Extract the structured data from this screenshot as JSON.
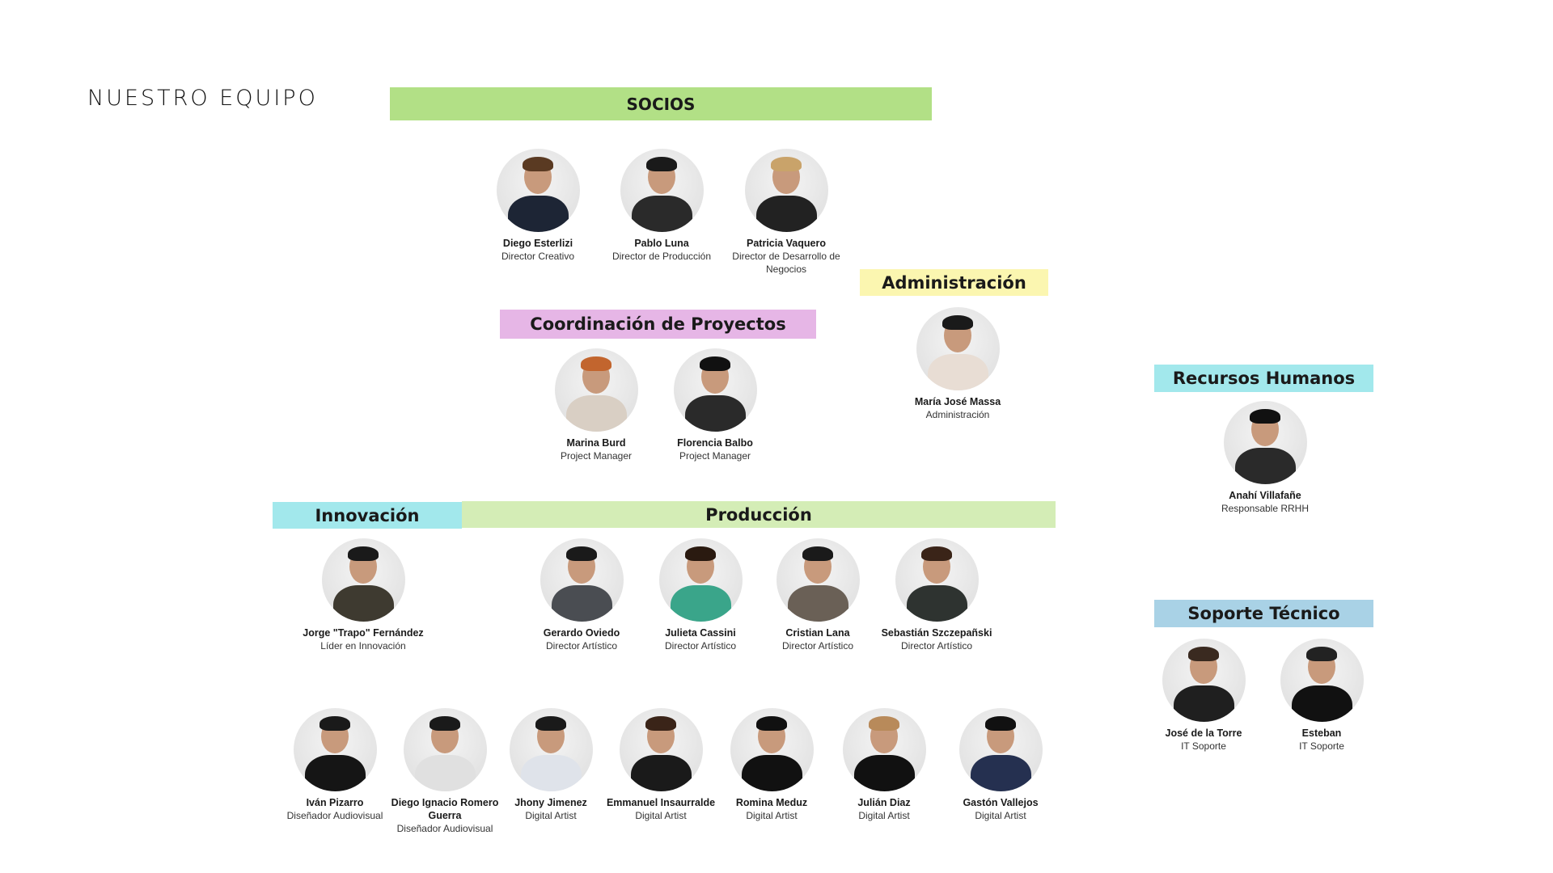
{
  "page_title": "NUESTRO EQUIPO",
  "sections": {
    "socios": {
      "label": "SOCIOS",
      "color": "#b2e086"
    },
    "administracion": {
      "label": "Administración",
      "color": "#fbf6b0"
    },
    "coordinacion": {
      "label": "Coordinación de Proyectos",
      "color": "#e6b6e6"
    },
    "rrhh": {
      "label": "Recursos Humanos",
      "color": "#a2e8ec"
    },
    "soporte": {
      "label": "Soporte Técnico",
      "color": "#a9d2e6"
    },
    "innovacion": {
      "label": "Innovación",
      "color": "#a2e8ec"
    },
    "produccion": {
      "label": "Producción",
      "color": "#d4edb6"
    }
  },
  "people": [
    {
      "name": "Diego Esterlizi",
      "role": "Director Creativo"
    },
    {
      "name": "Pablo  Luna",
      "role": "Director  de Producción"
    },
    {
      "name": "Patricia Vaquero",
      "role": "Director de Desarrollo de Negocios"
    },
    {
      "name": "María José Massa",
      "role": "Administración"
    },
    {
      "name": "Marina Burd",
      "role": "Project Manager"
    },
    {
      "name": "Florencia Balbo",
      "role": "Project Manager"
    },
    {
      "name": "Anahí Villafañe",
      "role": "Responsable RRHH"
    },
    {
      "name": "José de la Torre",
      "role": "IT Soporte"
    },
    {
      "name": "Esteban",
      "role": "IT Soporte"
    },
    {
      "name": "Jorge \"Trapo\" Fernández",
      "role": "Líder en Innovación"
    },
    {
      "name": "Gerardo  Oviedo",
      "role": "Director Artístico"
    },
    {
      "name": "Julieta Cassini",
      "role": "Director Artístico"
    },
    {
      "name": "Cristian Lana",
      "role": "Director Artístico"
    },
    {
      "name": "Sebastián Szczepañski",
      "role": "Director Artístico"
    },
    {
      "name": "Iván Pizarro",
      "role": "Diseñador Audiovisual"
    },
    {
      "name": "Diego Ignacio Romero Guerra",
      "role": "Diseñador Audiovisual"
    },
    {
      "name": "Jhony Jimenez",
      "role": "Digital Artist"
    },
    {
      "name": "Emmanuel Insaurralde",
      "role": "Digital Artist"
    },
    {
      "name": "Romina Meduz",
      "role": "Digital Artist"
    },
    {
      "name": "Julián Diaz",
      "role": "Digital Artist"
    },
    {
      "name": "Gastón Vallejos",
      "role": "Digital Artist"
    }
  ]
}
